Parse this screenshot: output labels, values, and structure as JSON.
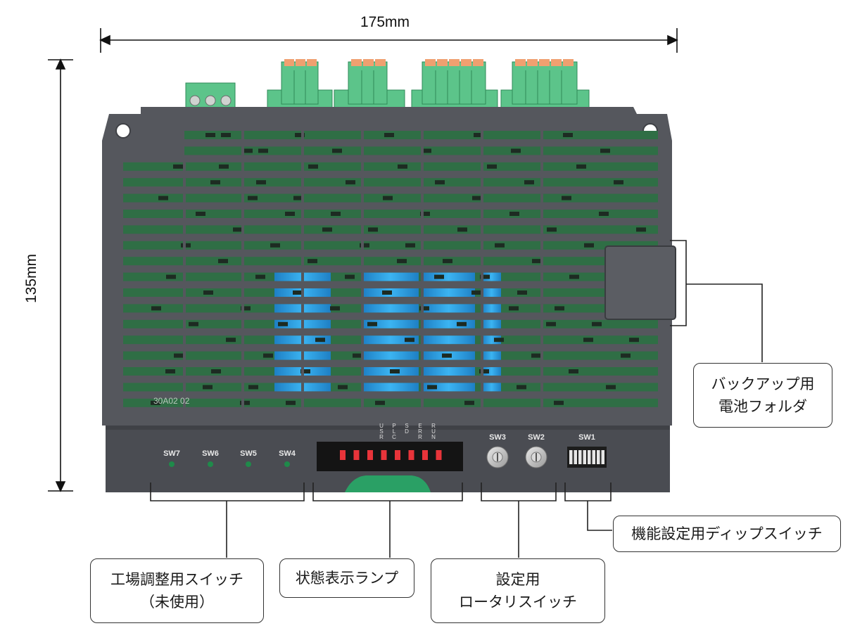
{
  "dimensions": {
    "width": "175mm",
    "height": "135mm"
  },
  "board": {
    "pcb_code": "30A02 02",
    "switch_labels": {
      "sw7": "SW7",
      "sw6": "SW6",
      "sw5": "SW5",
      "sw4": "SW4",
      "sw3": "SW3",
      "sw2": "SW2",
      "sw1": "SW1"
    },
    "led_labels": [
      "USR",
      "PLC",
      "SD",
      "ERR",
      "RUN"
    ]
  },
  "callouts": {
    "battery": {
      "line1": "バックアップ用",
      "line2": "電池フォルダ"
    },
    "dip": {
      "line1": "機能設定用ディップスイッチ"
    },
    "factory": {
      "line1": "工場調整用スイッチ",
      "line2": "（未使用）"
    },
    "status": {
      "line1": "状態表示ランプ"
    },
    "rotary": {
      "line1": "設定用",
      "line2": "ロータリスイッチ"
    }
  },
  "colors": {
    "housing": "#55575d",
    "housing_dark": "#3f4146",
    "pcb": "#2f6e45",
    "heatsink": "#2a9fe0",
    "terminal": "#5cc48a",
    "terminal_tab": "#f0a070",
    "led_red": "#e8343a"
  }
}
